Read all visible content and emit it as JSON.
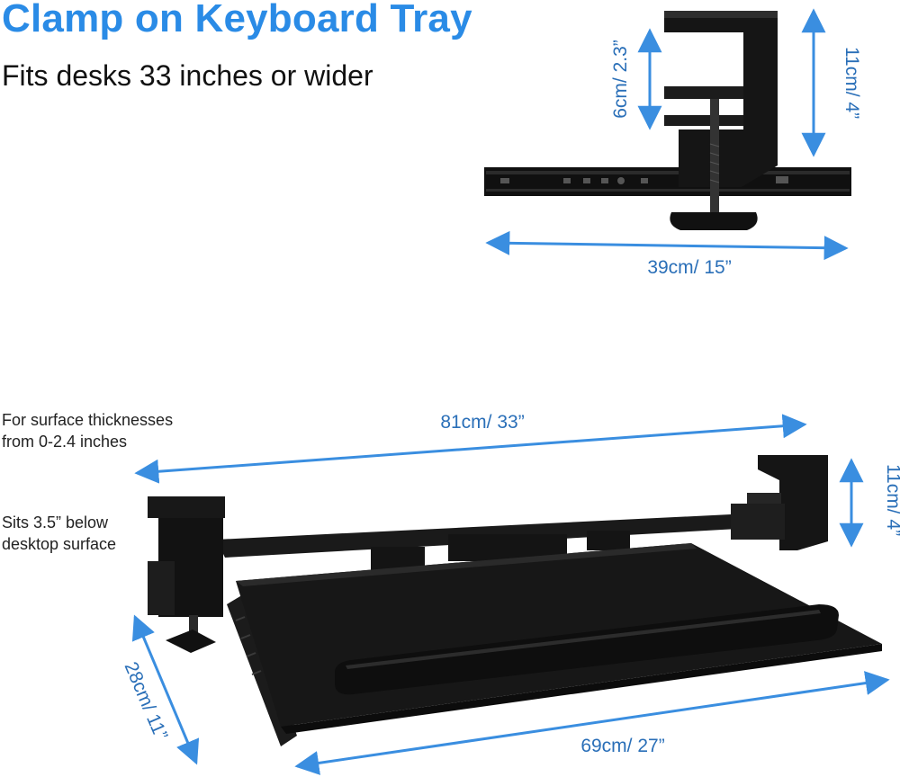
{
  "header": {
    "title": "Clamp on Keyboard Tray",
    "subtitle": "Fits desks 33 inches or wider"
  },
  "notes": {
    "surface_line1": "For surface thicknesses",
    "surface_line2": "from 0-2.4 inches",
    "below_line1": "Sits 3.5” below",
    "below_line2": "desktop surface"
  },
  "clamp_dimensions": {
    "gap": "6cm/ 2.3”",
    "height": "11cm/ 4”",
    "width": "39cm/ 15”"
  },
  "tray_dimensions": {
    "length": "81cm/ 33”",
    "clamp_height": "11cm/ 4”",
    "depth": "28cm/ 11”",
    "width": "69cm/ 27”"
  },
  "colors": {
    "title": "#2a8be6",
    "dimension": "#2a6fb8",
    "arrow": "#3a8ee0",
    "product": "#141414"
  }
}
